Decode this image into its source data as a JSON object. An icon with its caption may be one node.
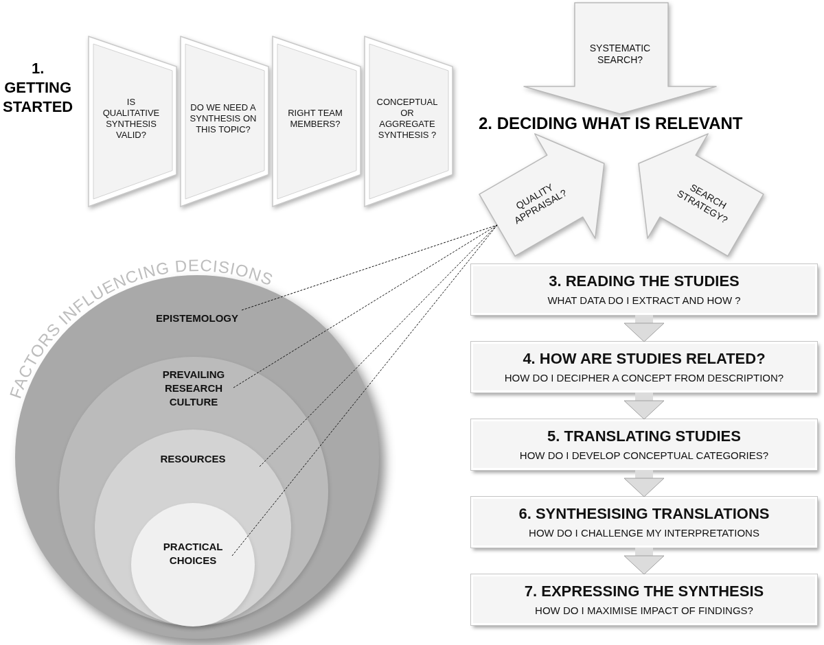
{
  "diagram": {
    "nodes": [
      {
        "text": [
          "IS QUALITATIVE SYNTHESIS VALID?"
        ]
      },
      {
        "text": [
          "DO WE NEED A SYNTHESIS ON THIS TOPIC?"
        ]
      },
      {
        "text": [
          "RIGHT TEAM MEMBERS?"
        ]
      },
      {
        "text": [
          "CONCEPTUAL OR AGGREGATE SYNTHESIS ?"
        ]
      },
      {
        "text": [
          "SYSTEMATIC SEARCH?"
        ]
      },
      {
        "text": [
          "QUALITY APPRAISAL?"
        ]
      },
      {
        "text": [
          "SEARCH STRATEGY?"
        ]
      },
      {
        "text": [
          "EPISTEMOLOGY"
        ]
      },
      {
        "text": [
          "PREVAILING RESEARCH CULTURE"
        ],
        "in": 7
      },
      {
        "text": [
          "RESOURCES"
        ],
        "in": 8
      },
      {
        "text": [
          "PRACTICAL CHOICES"
        ],
        "in": 9
      },
      {
        "text": [
          "3. READING THE STUDIES",
          "WHAT DATA DO I EXTRACT AND HOW ?"
        ]
      },
      {
        "text": [
          "4. HOW ARE STUDIES RELATED?",
          "HOW DO I DECIPHER A CONCEPT FROM DESCRIPTION?"
        ]
      },
      {
        "text": [
          "5. TRANSLATING STUDIES",
          "HOW DO I DEVELOP CONCEPTUAL CATEGORIES?"
        ]
      },
      {
        "text": [
          "6. SYNTHESISING TRANSLATIONS",
          "HOW DO I CHALLENGE MY INTERPRETATIONS"
        ]
      },
      {
        "text": [
          "7. EXPRESSING THE SYNTHESIS",
          "HOW DO I MAXIMISE IMPACT OF FINDINGS?"
        ]
      }
    ],
    "edges": [
      {
        "from": 7,
        "to": 5,
        "arrow": "none",
        "style": "dashed"
      },
      {
        "from": 8,
        "to": 5,
        "arrow": "none",
        "style": "dashed"
      },
      {
        "from": 9,
        "to": 5,
        "arrow": "none",
        "style": "dashed"
      },
      {
        "from": 10,
        "to": 5,
        "arrow": "none",
        "style": "dashed"
      },
      {
        "from": 11,
        "to": 12,
        "arrow": "to",
        "style": "thick",
        "color": "#dcdcdc"
      },
      {
        "from": 12,
        "to": 13,
        "arrow": "to",
        "style": "thick",
        "color": "#dcdcdc"
      },
      {
        "from": 13,
        "to": 14,
        "arrow": "to",
        "style": "thick",
        "color": "#dcdcdc"
      },
      {
        "from": 14,
        "to": 15,
        "arrow": "to",
        "style": "thick",
        "color": "#dcdcdc"
      }
    ],
    "labels": [
      "1. GETTING STARTED",
      "2. DECIDING WHAT IS RELEVANT",
      "FACTORS INFLUENCING DECISIONS"
    ]
  }
}
